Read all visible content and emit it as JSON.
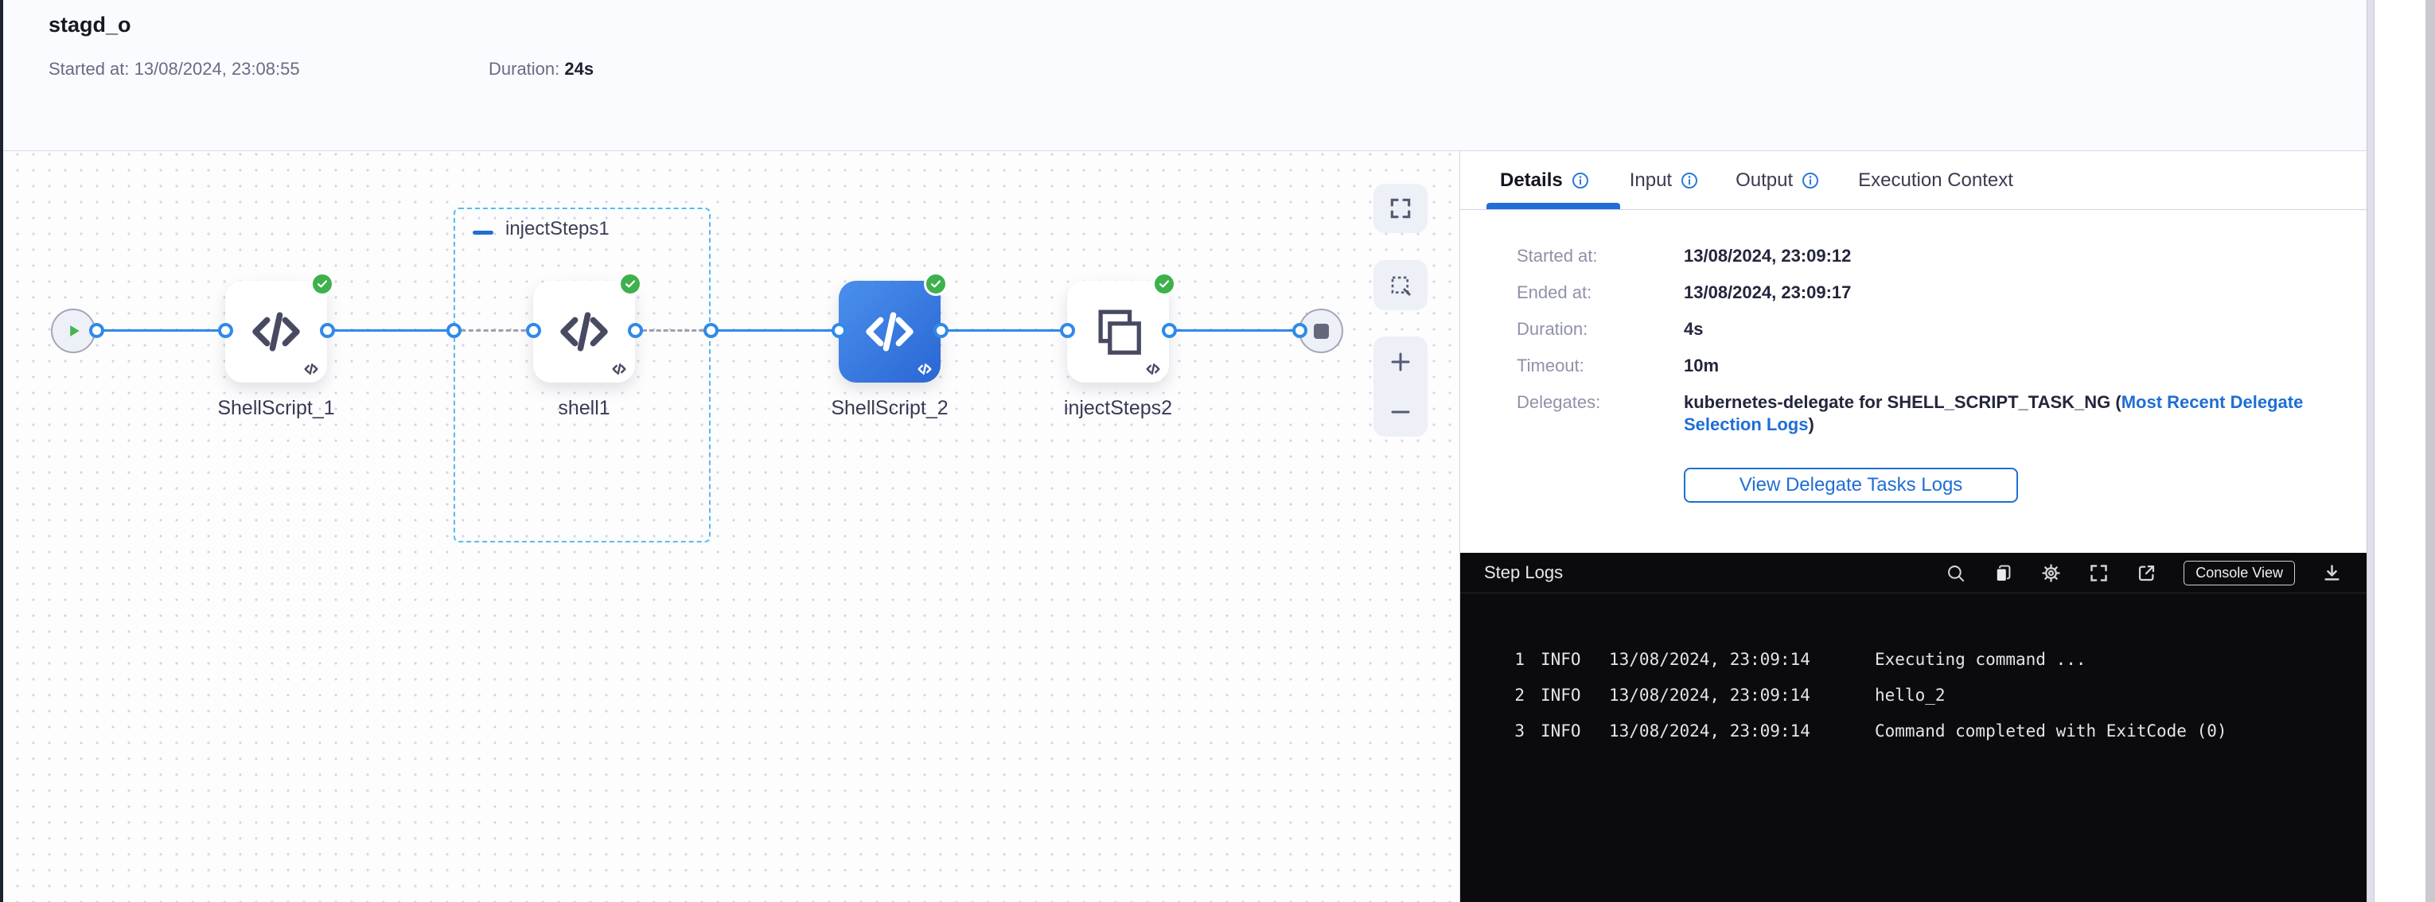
{
  "header": {
    "title": "stagd_o",
    "started_label": "Started at:",
    "started_value": "13/08/2024, 23:08:55",
    "duration_label": "Duration:",
    "duration_value": "24s"
  },
  "graph": {
    "group": {
      "label": "injectSteps1"
    },
    "nodes": [
      {
        "id": "start",
        "type": "start"
      },
      {
        "id": "ShellScript_1",
        "label": "ShellScript_1",
        "type": "shell-script",
        "status": "success"
      },
      {
        "id": "shell1",
        "label": "shell1",
        "type": "shell-script",
        "status": "success"
      },
      {
        "id": "ShellScript_2",
        "label": "ShellScript_2",
        "type": "shell-script",
        "status": "success",
        "selected": true
      },
      {
        "id": "injectSteps2",
        "label": "injectSteps2",
        "type": "step-group",
        "status": "success"
      },
      {
        "id": "end",
        "type": "end"
      }
    ],
    "controls": [
      "fullscreen",
      "selection",
      "zoom-in",
      "zoom-out"
    ]
  },
  "panel": {
    "tabs": [
      {
        "label": "Details",
        "info": true,
        "active": true
      },
      {
        "label": "Input",
        "info": true,
        "active": false
      },
      {
        "label": "Output",
        "info": true,
        "active": false
      },
      {
        "label": "Execution Context",
        "info": false,
        "active": false
      }
    ],
    "details": {
      "rows": [
        {
          "label": "Started at:",
          "value": "13/08/2024, 23:09:12"
        },
        {
          "label": "Ended at:",
          "value": "13/08/2024, 23:09:17"
        },
        {
          "label": "Duration:",
          "value": "4s"
        },
        {
          "label": "Timeout:",
          "value": "10m"
        }
      ],
      "delegates_label": "Delegates:",
      "delegates_prefix": "kubernetes-delegate for SHELL_SCRIPT_TASK_NG (",
      "delegates_link": "Most Recent Delegate Selection Logs",
      "delegates_suffix": ")",
      "button_label": "View Delegate Tasks Logs"
    },
    "logs": {
      "title": "Step Logs",
      "console_view_label": "Console View",
      "lines": [
        {
          "num": "1",
          "level": "INFO",
          "time": "13/08/2024, 23:09:14",
          "msg": "Executing command ..."
        },
        {
          "num": "2",
          "level": "INFO",
          "time": "13/08/2024, 23:09:14",
          "msg": "hello_2"
        },
        {
          "num": "3",
          "level": "INFO",
          "time": "13/08/2024, 23:09:14",
          "msg": "Command completed with ExitCode (0)"
        }
      ]
    }
  },
  "colors": {
    "accent_blue": "#1f6ed4",
    "connector_blue": "#2f8ae8",
    "group_dash_blue": "#58bbee",
    "success_green": "#3eb14d",
    "selected_node_blue": "#2a66d4",
    "console_bg": "#0b0b0d"
  }
}
